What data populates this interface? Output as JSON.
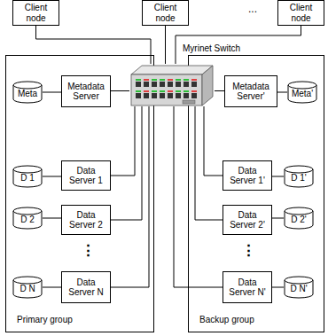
{
  "diagram": {
    "nodes": [
      {
        "text": [
          "Client node"
        ]
      },
      {
        "text": [
          "Client node"
        ]
      },
      {
        "text": [
          "Client node"
        ]
      },
      {
        "text": [
          "Myrinet Switch"
        ]
      },
      {
        "text": [
          "Primary group"
        ]
      },
      {
        "text": [
          "Meta"
        ],
        "in": 4
      },
      {
        "text": [
          "Metadata Server"
        ],
        "in": 4
      },
      {
        "text": [
          "D 1"
        ],
        "in": 4
      },
      {
        "text": [
          "Data Server 1"
        ],
        "in": 4
      },
      {
        "text": [
          "D 2"
        ],
        "in": 4
      },
      {
        "text": [
          "Data Server 2"
        ],
        "in": 4
      },
      {
        "text": [
          "D N"
        ],
        "in": 4
      },
      {
        "text": [
          "Data Server N"
        ],
        "in": 4
      },
      {
        "text": [
          "Backup group"
        ]
      },
      {
        "text": [
          "Metadata Server'"
        ],
        "in": 13
      },
      {
        "text": [
          "Meta'"
        ],
        "in": 13
      },
      {
        "text": [
          "Data Server 1'"
        ],
        "in": 13
      },
      {
        "text": [
          "D 1'"
        ],
        "in": 13
      },
      {
        "text": [
          "Data Server 2'"
        ],
        "in": 13
      },
      {
        "text": [
          "D 2'"
        ],
        "in": 13
      },
      {
        "text": [
          "Data Server N'"
        ],
        "in": 13
      },
      {
        "text": [
          "D N'"
        ],
        "in": 13
      }
    ],
    "edges": [
      {
        "from": 0,
        "to": 3,
        "arrow": "none"
      },
      {
        "from": 1,
        "to": 3,
        "arrow": "none"
      },
      {
        "from": 2,
        "to": 3,
        "arrow": "none"
      },
      {
        "from": 5,
        "to": 6,
        "arrow": "none"
      },
      {
        "from": 6,
        "to": 3,
        "arrow": "none"
      },
      {
        "from": 7,
        "to": 8,
        "arrow": "none"
      },
      {
        "from": 8,
        "to": 3,
        "arrow": "none"
      },
      {
        "from": 9,
        "to": 10,
        "arrow": "none"
      },
      {
        "from": 10,
        "to": 3,
        "arrow": "none"
      },
      {
        "from": 11,
        "to": 12,
        "arrow": "none"
      },
      {
        "from": 12,
        "to": 3,
        "arrow": "none"
      },
      {
        "from": 14,
        "to": 3,
        "arrow": "none"
      },
      {
        "from": 14,
        "to": 15,
        "arrow": "none"
      },
      {
        "from": 16,
        "to": 3,
        "arrow": "none"
      },
      {
        "from": 16,
        "to": 17,
        "arrow": "none"
      },
      {
        "from": 18,
        "to": 3,
        "arrow": "none"
      },
      {
        "from": 18,
        "to": 19,
        "arrow": "none"
      },
      {
        "from": 20,
        "to": 3,
        "arrow": "none"
      },
      {
        "from": 20,
        "to": 21,
        "arrow": "none"
      }
    ],
    "labels": [
      "...",
      "⋮",
      "⋮"
    ]
  }
}
